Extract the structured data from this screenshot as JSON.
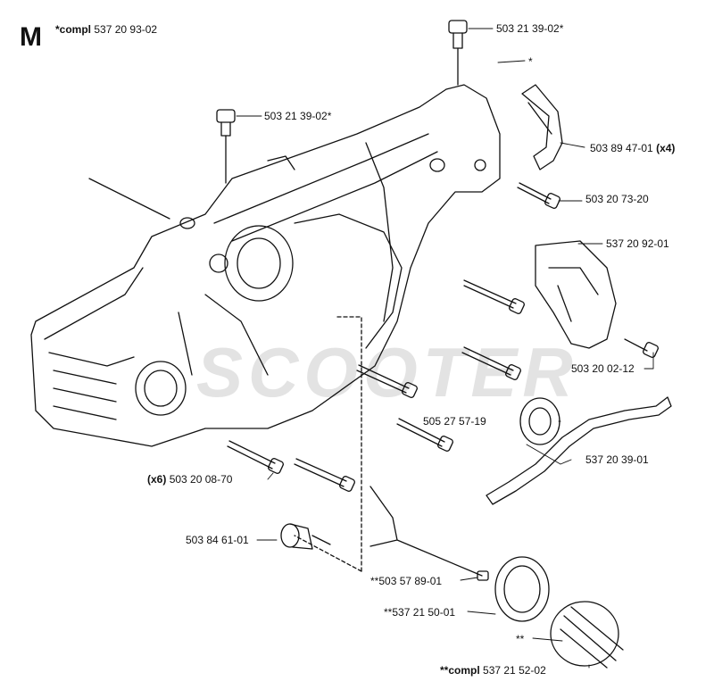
{
  "diagram": {
    "section_letter": "M",
    "header_note": {
      "prefix": "*compl",
      "part": "537 20 93-02"
    },
    "watermark": "SCOOTER",
    "callouts": [
      {
        "id": "c1",
        "prefix": "",
        "part": "503 21 39-02*",
        "suffix": ""
      },
      {
        "id": "c2",
        "prefix": "",
        "part": "*",
        "suffix": ""
      },
      {
        "id": "c3",
        "prefix": "",
        "part": "503 21 39-02*",
        "suffix": ""
      },
      {
        "id": "c4",
        "prefix": "",
        "part": "503 89 47-01",
        "suffix": "(x4)"
      },
      {
        "id": "c5",
        "prefix": "",
        "part": "503 20 73-20",
        "suffix": ""
      },
      {
        "id": "c6",
        "prefix": "",
        "part": "537 20 92-01",
        "suffix": ""
      },
      {
        "id": "c7",
        "prefix": "",
        "part": "503 20 02-12",
        "suffix": ""
      },
      {
        "id": "c8",
        "prefix": "",
        "part": "505 27 57-19",
        "suffix": ""
      },
      {
        "id": "c9",
        "prefix": "",
        "part": "537 20 39-01",
        "suffix": ""
      },
      {
        "id": "c10",
        "prefix": "(x6)",
        "part": "503 20 08-70",
        "suffix": ""
      },
      {
        "id": "c11",
        "prefix": "",
        "part": "503 84 61-01",
        "suffix": ""
      },
      {
        "id": "c12",
        "prefix": "",
        "part": "**503 57 89-01",
        "suffix": ""
      },
      {
        "id": "c13",
        "prefix": "",
        "part": "**537 21 50-01",
        "suffix": ""
      },
      {
        "id": "c14",
        "prefix": "",
        "part": "**",
        "suffix": ""
      },
      {
        "id": "c15",
        "prefix": "**compl",
        "part": "537 21 52-02",
        "suffix": ""
      }
    ]
  }
}
